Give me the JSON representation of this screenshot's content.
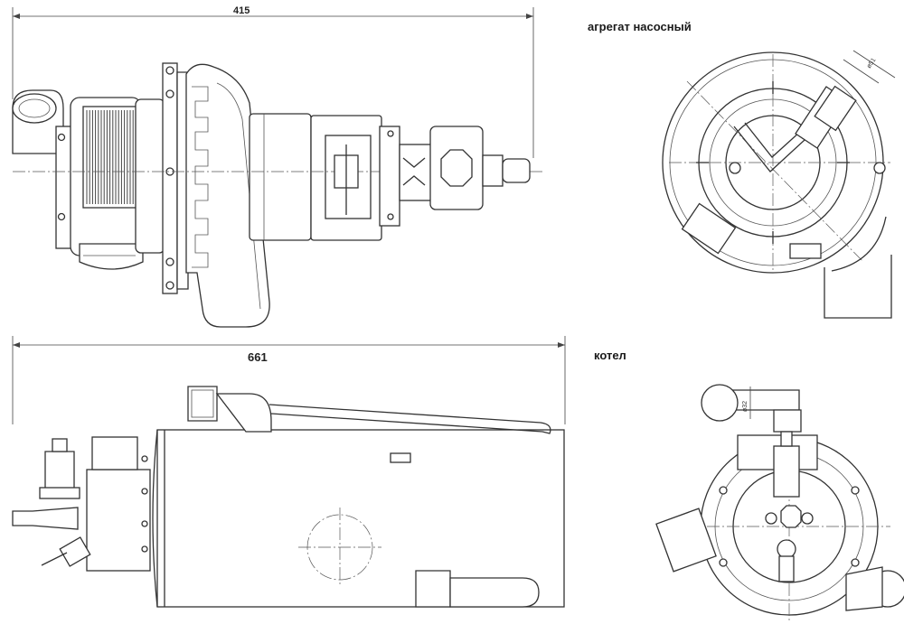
{
  "labels": {
    "pump_unit_title": "агрегат насосный",
    "boiler_title": "котел"
  },
  "dimensions": {
    "pump_length": "415",
    "boiler_length": "661",
    "pump_nozzle_dia": "ø51",
    "boiler_nozzle_dia": "ø32"
  },
  "colors": {
    "line": "#333333",
    "background": "#ffffff"
  }
}
